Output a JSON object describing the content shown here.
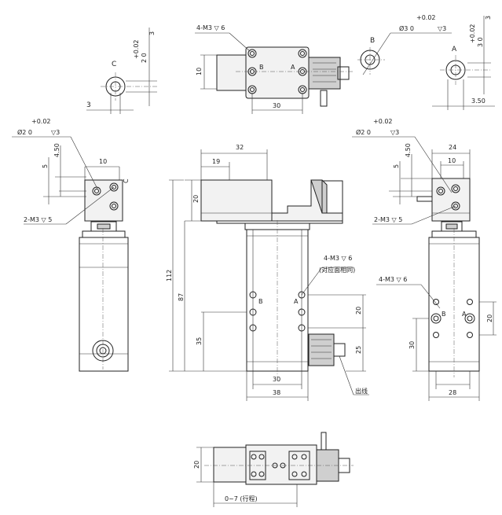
{
  "dimensions": {
    "c_detail_tol": "+0.02",
    "c_detail_base": "2  0",
    "c_detail_depth": "3",
    "c_detail_letter": "C",
    "c_detail_width": "3",
    "top_view_note": "4-M3 ▽ 6",
    "top_view_height": "10",
    "top_view_width": "30",
    "top_label_a": "A",
    "top_label_b": "B",
    "b_detail_tol": "+0.02",
    "b_detail_dia": "Ø3  0",
    "b_detail_depth": "▽3",
    "b_detail_letter": "B",
    "a_detail_tol": "+0.02",
    "a_detail_base": "3  0",
    "a_detail_depth": "3",
    "a_detail_letter": "A",
    "a_detail_width": "3.50",
    "left_tol": "+0.02",
    "left_dia": "Ø2  0",
    "left_depth": "▽3",
    "left_4_50": "4.50",
    "left_5": "5",
    "left_10": "10",
    "left_c": "C",
    "left_m3_note": "2-M3 ▽ 5",
    "front_32": "32",
    "front_19": "19",
    "front_20": "20",
    "front_112": "112",
    "front_87": "87",
    "front_35": "35",
    "front_note": "4-M3 ▽ 6",
    "front_note_sub": "(对应面相同)",
    "front_b": "B",
    "front_a": "A",
    "front_20_right": "20",
    "front_25": "25",
    "front_30": "30",
    "front_38": "38",
    "front_cable": "出线",
    "right_tol": "+0.02",
    "right_dia": "Ø2  0",
    "right_depth": "▽3",
    "right_24": "24",
    "right_10": "10",
    "right_4_50": "4.50",
    "right_5": "5",
    "right_m3_note": "2-M3 ▽ 5",
    "right_side_note": "4-M3 ▽ 6",
    "right_b": "B",
    "right_a": "A",
    "right_30v": "30",
    "right_20": "20",
    "right_28": "28",
    "bottom_20": "20",
    "bottom_stroke": "0~7 (行程)"
  }
}
